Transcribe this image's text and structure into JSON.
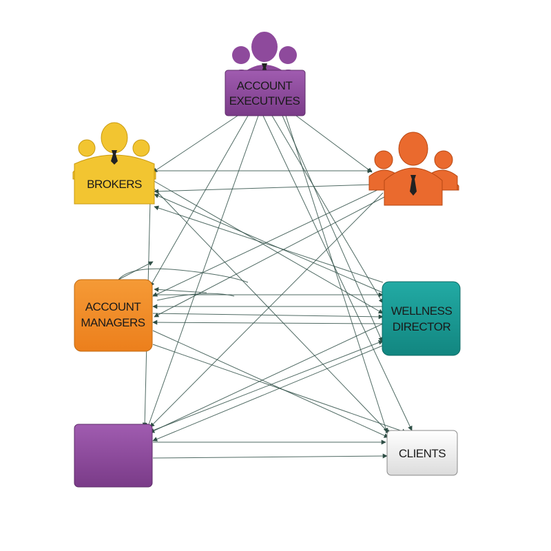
{
  "nodes": {
    "account_executives": {
      "line1": "ACCOUNT",
      "line2": "EXECUTIVES",
      "color": "#8e4a9c"
    },
    "brokers": {
      "label": "BROKERS",
      "color": "#f2c531"
    },
    "orange_group": {
      "color": "#ea6a2e"
    },
    "account_managers": {
      "line1": "ACCOUNT",
      "line2": "MANAGERS",
      "color": "#f28c28"
    },
    "wellness_director": {
      "line1": "WELLNESS",
      "line2": "DIRECTOR",
      "color": "#1a9a94"
    },
    "purple_box": {
      "color": "#8e4a9c"
    },
    "clients": {
      "label": "CLIENTS",
      "color": "#f2f2f2"
    }
  },
  "edge_color": "#2f4f46",
  "icons": [
    "people-group-icon",
    "people-group-icon",
    "people-group-icon"
  ]
}
